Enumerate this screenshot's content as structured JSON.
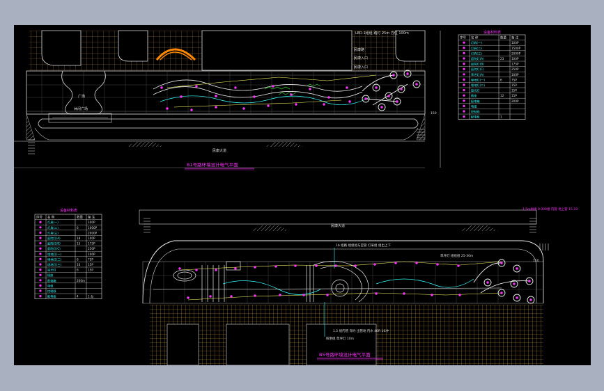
{
  "drawing": {
    "top_title": "B1号路环境设计电气平面",
    "bottom_title": "B5号路环境设计电气平面",
    "road_label_top": "民康大道",
    "road_label_bottom": "民康大道",
    "top_right_note": "LED-1组组    路灯 25m 方位 100m",
    "bottom_right_note": "1.5m组组 0.000组 内管 地上管 15-10",
    "bottom_note_left_1": "1b 组路 组组组与空管 灯采组 组出上下",
    "bottom_note_right_1": "草坪灯 组组组 25-30m",
    "bottom_note_lower_1": "1.5 组内管 深约 出管地 内水 40R 10冲",
    "bottom_note_lower_2": "照明组 草坪灯 10m",
    "top_label_building_1": "民康路",
    "top_label_building_2": "民康入口",
    "top_label_building_3": "民康入口",
    "top_label_plaza": "广场",
    "top_label_lawn": "休闲广场",
    "top_dim_1": "150",
    "bottom_dim_1": "150"
  },
  "legend_top": {
    "title": "设备材料表",
    "headers": [
      "序号",
      "名 称",
      "数量",
      "备 注"
    ],
    "rows": [
      [
        "1",
        "灯具(一)",
        "",
        "100P"
      ],
      [
        "2",
        "灯具(二)",
        "",
        "1500P"
      ],
      [
        "3",
        "灯具(三)",
        "",
        "2000P"
      ],
      [
        "4",
        "庭院灯(A)",
        "23",
        "100P"
      ],
      [
        "5",
        "庭院灯(B)",
        "",
        "175P"
      ],
      [
        "6",
        "庭院灯(C)",
        "",
        "250P"
      ],
      [
        "7",
        "草坪灯(A)",
        "",
        "100P"
      ],
      [
        "8",
        "埋地灯(一)",
        "6",
        "75P"
      ],
      [
        "9",
        "埋地灯(二)",
        "",
        "15P"
      ],
      [
        "10",
        "投光灯",
        "",
        "15P"
      ],
      [
        "11",
        "插座",
        "12",
        "15P"
      ],
      [
        "12",
        "配电箱",
        "",
        "200P"
      ],
      [
        "13",
        "电缆",
        "",
        ""
      ],
      [
        "14",
        "控制线",
        "",
        ""
      ],
      [
        "15",
        "配电柜",
        "1",
        ""
      ]
    ]
  },
  "legend_bottom": {
    "title": "设备材料表",
    "headers": [
      "序号",
      "名 称",
      "数量",
      "备 注"
    ],
    "rows": [
      [
        "1",
        "灯具(一)",
        "",
        "100P"
      ],
      [
        "2",
        "灯具(二)",
        "6",
        "1000P"
      ],
      [
        "3",
        "灯具(三)",
        "",
        "2000P"
      ],
      [
        "4",
        "庭院灯(A)",
        "18",
        "100P"
      ],
      [
        "5",
        "庭院灯(B)",
        "15",
        "175P"
      ],
      [
        "6",
        "庭院灯(C)",
        "",
        "250P"
      ],
      [
        "7",
        "埋地灯(一)",
        "",
        "100P"
      ],
      [
        "8",
        "埋地灯(二)",
        "6",
        "75P"
      ],
      [
        "9",
        "埋地灯(三)",
        "10",
        "15P"
      ],
      [
        "10",
        "投光灯",
        "6",
        "15P"
      ],
      [
        "11",
        "插座",
        "",
        ""
      ],
      [
        "12",
        "配电箱",
        "200m",
        ""
      ],
      [
        "13",
        "电缆",
        "",
        ""
      ],
      [
        "14",
        "控制线",
        "",
        ""
      ],
      [
        "15",
        "配电柜",
        "4",
        "1 台"
      ]
    ]
  },
  "colors": {
    "background": "#000000",
    "frame": "#a9b1c0",
    "grid": "#c8963c",
    "outline": "#e0e0e0",
    "light_symbol": "#ff33ff",
    "cable": "#ffff66",
    "path": "#33ffff",
    "tree": "#33cc33",
    "title": "#ff33ff",
    "orange_arc": "#ff8800"
  }
}
